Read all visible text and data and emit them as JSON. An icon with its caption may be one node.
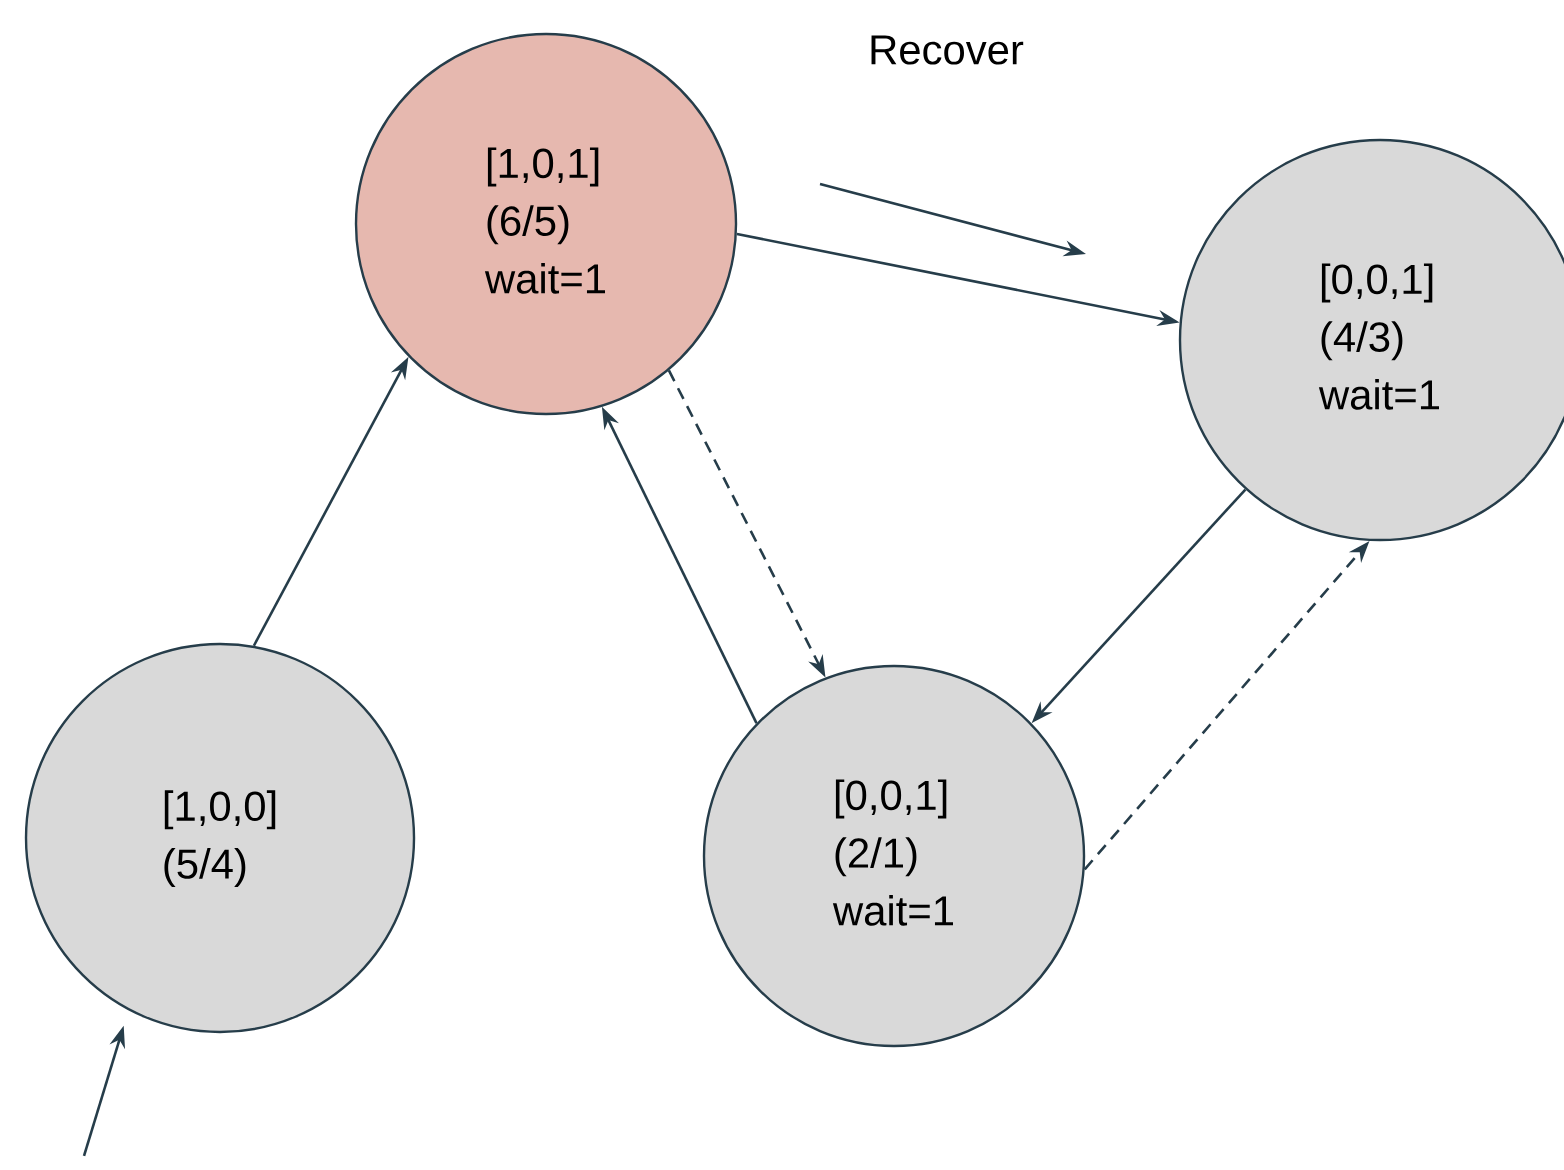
{
  "diagram": {
    "nodes": [
      {
        "text": [
          "[1,0,1]",
          "(6/5)",
          "wait=1"
        ]
      },
      {
        "text": [
          "[0,0,1]",
          "(4/3)",
          "wait=1"
        ]
      },
      {
        "text": [
          "[1,0,0]",
          "(5/4)"
        ]
      },
      {
        "text": [
          "[0,0,1]",
          "(2/1)",
          "wait=1"
        ]
      }
    ],
    "edges": [
      {
        "from": null,
        "to": 2,
        "arrow": "to"
      },
      {
        "from": 2,
        "to": 0,
        "arrow": "to"
      },
      {
        "from": 0,
        "to": 1,
        "arrow": "to"
      },
      {
        "from": 0,
        "to": 3,
        "arrow": "to",
        "style": "dashed"
      },
      {
        "from": 3,
        "to": 0,
        "arrow": "to"
      },
      {
        "from": 1,
        "to": 3,
        "arrow": "to"
      },
      {
        "from": 3,
        "to": 1,
        "arrow": "to",
        "style": "dashed"
      }
    ],
    "labels": [
      "Recover"
    ]
  }
}
